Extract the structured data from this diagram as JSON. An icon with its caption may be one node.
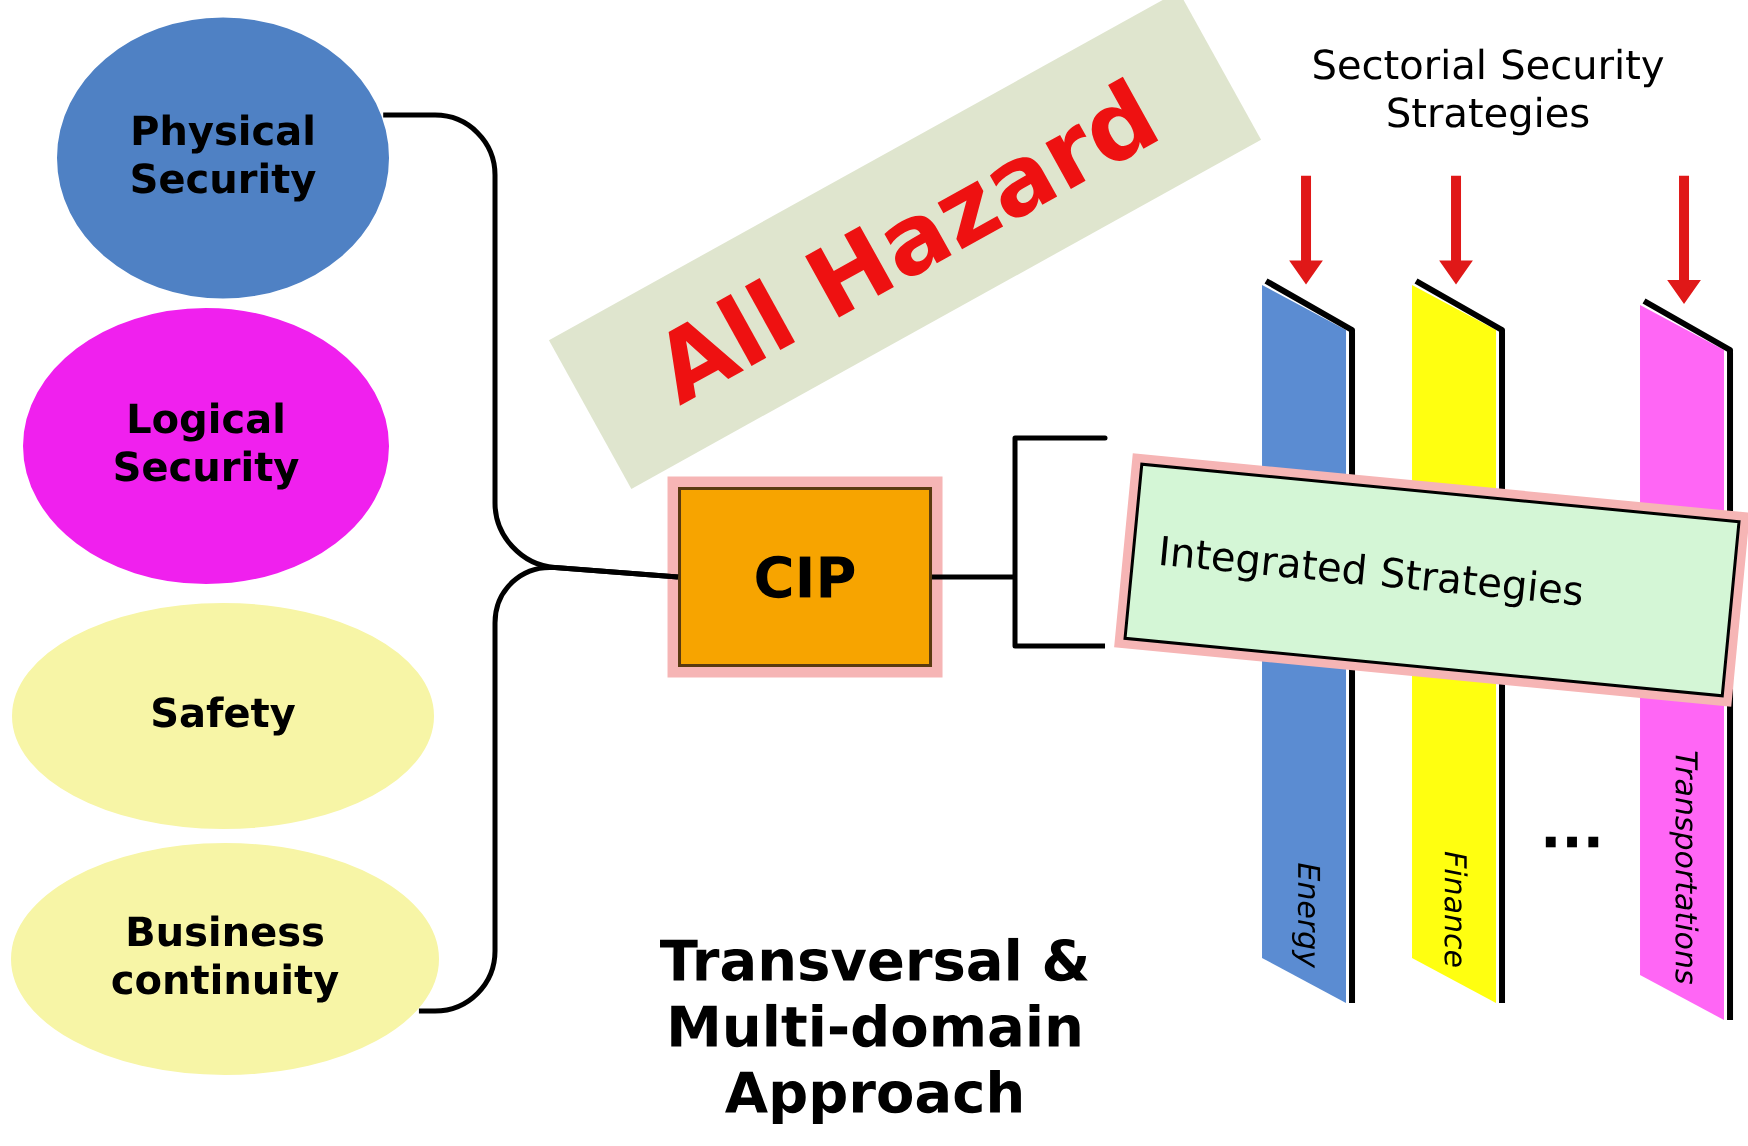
{
  "diagram": {
    "nodes": [
      {
        "text": [
          "Physical Security"
        ]
      },
      {
        "text": [
          "Logical Security"
        ]
      },
      {
        "text": [
          "Safety"
        ]
      },
      {
        "text": [
          "Business continuity"
        ]
      },
      {
        "text": [
          "CIP"
        ]
      },
      {
        "text": [
          "Integrated Strategies"
        ]
      },
      {
        "text": [
          "Energy"
        ]
      },
      {
        "text": [
          "Finance"
        ]
      },
      {
        "text": [
          "Transportations"
        ]
      },
      {
        "text": [
          "Sectorial Security Strategies"
        ]
      },
      {
        "text": [
          "All Hazard"
        ]
      }
    ],
    "edges": [
      {
        "from": 0,
        "to": 4,
        "arrow": "none"
      },
      {
        "from": 3,
        "to": 4,
        "arrow": "none"
      },
      {
        "from": 4,
        "to": 5,
        "arrow": "none"
      },
      {
        "from": 9,
        "to": 6,
        "arrow": "to",
        "style": "thick",
        "color": "#e01818"
      },
      {
        "from": 9,
        "to": 7,
        "arrow": "to",
        "style": "thick",
        "color": "#e01818"
      },
      {
        "from": 9,
        "to": 8,
        "arrow": "to",
        "style": "thick",
        "color": "#e01818"
      }
    ],
    "labels": [
      "...",
      "Transversal & Multi-domain Approach"
    ]
  }
}
